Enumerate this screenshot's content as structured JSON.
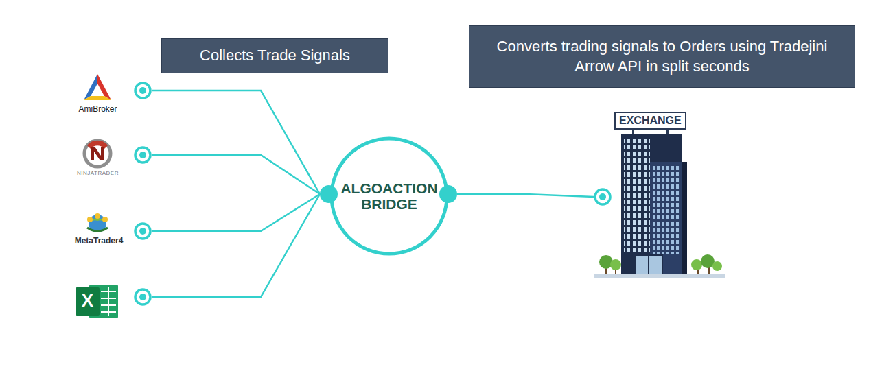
{
  "diagram": {
    "nodes": [
      {
        "text": [
          "Collects Trade Signals"
        ]
      },
      {
        "text": [
          "Converts trading signals to Orders using Tradejini Arrow API in split seconds"
        ]
      },
      {
        "text": [
          "AmiBroker"
        ]
      },
      {
        "text": [
          "NINJATRADER"
        ]
      },
      {
        "text": [
          "MetaTrader4"
        ]
      },
      {
        "text": [
          "X"
        ]
      },
      {
        "text": [
          "ALGOACTION BRIDGE"
        ]
      },
      {
        "text": [
          "EXCHANGE"
        ]
      }
    ],
    "edges": [
      {
        "from": 2,
        "to": 6,
        "arrow": "none"
      },
      {
        "from": 3,
        "to": 6,
        "arrow": "none"
      },
      {
        "from": 4,
        "to": 6,
        "arrow": "none"
      },
      {
        "from": 5,
        "to": 6,
        "arrow": "none"
      },
      {
        "from": 6,
        "to": 7,
        "arrow": "none"
      }
    ]
  }
}
